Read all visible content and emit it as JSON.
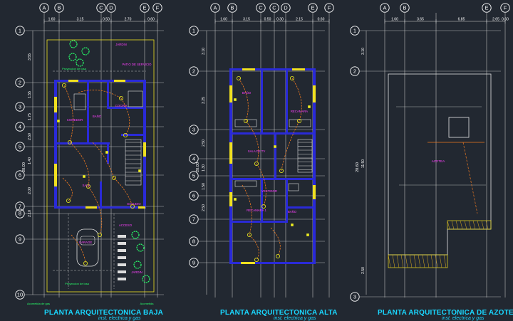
{
  "theme": {
    "background": "#222831",
    "wall": "#2a2ad8",
    "wall_accent": "#f0e020",
    "electric": "#f07a20",
    "grid_line": "#d8d8d8",
    "axis_bubble": "#ffffff",
    "label_green": "#28ff6a",
    "label_yellow": "#f0f020",
    "label_magenta": "#ff40ff",
    "title_cyan": "#19d7ff"
  },
  "axis_letters": [
    "A",
    "B",
    "C",
    "D",
    "E",
    "F"
  ],
  "plans": [
    {
      "id": "baja",
      "title": "PLANTA ARQUITECTONICA BAJA",
      "subtitle": "inst. electrica y gas",
      "row_numbers": [
        "1",
        "2",
        "3",
        "4",
        "5",
        "6",
        "7",
        "8",
        "9",
        "10"
      ],
      "top_dims": [
        "1.60",
        "3.15",
        "0.50",
        "2.70",
        "0.60"
      ],
      "side_dims": [
        "3.55",
        "1.55",
        "1.75",
        "2.50",
        "1.40",
        "2.00",
        "2.10"
      ],
      "total_dim": "20.00",
      "rooms": [
        "JARDIN",
        "PATIO DE SERVICIO",
        "COCINA",
        "COMEDOR",
        "BAÑO",
        "SALA",
        "ESTUDIO",
        "GARAGE",
        "ACCESO",
        "JARDIN"
      ],
      "notes": [
        "Proyeccion de losa",
        "Proyeccion de losa",
        "Acometida de gas",
        "Acometida"
      ]
    },
    {
      "id": "alta",
      "title": "PLANTA ARQUITECTONICA ALTA",
      "subtitle": "inst. electrica y gas",
      "row_numbers": [
        "1",
        "2",
        "3",
        "4",
        "5",
        "6",
        "7",
        "8",
        "9"
      ],
      "top_dims": [
        "1.60",
        "3.15",
        "0.50",
        "0.30",
        "2.15",
        "0.60"
      ],
      "side_dims": [
        "3.10",
        "3.25",
        "2.50",
        "1.30",
        "1.50",
        "2.50"
      ],
      "total_dim": "20.00",
      "rooms": [
        "BAÑO",
        "RECAMARA",
        "SALA DE TV",
        "VESTIDOR",
        "BAÑO",
        "RECAMARA 1"
      ],
      "notes": []
    },
    {
      "id": "azotea",
      "title": "PLANTA ARQUITECTONICA DE AZOTEA",
      "subtitle": "inst. electrica y gas",
      "row_numbers": [
        "1",
        "2"
      ],
      "top_dims": [
        "1.60",
        "3.65",
        "6.85",
        "2.65",
        "0.60"
      ],
      "side_dims": [
        "3.10",
        "11.50",
        "2.50"
      ],
      "total_dim": "28.60",
      "rooms": [
        "AZOTEA"
      ],
      "notes": []
    }
  ]
}
